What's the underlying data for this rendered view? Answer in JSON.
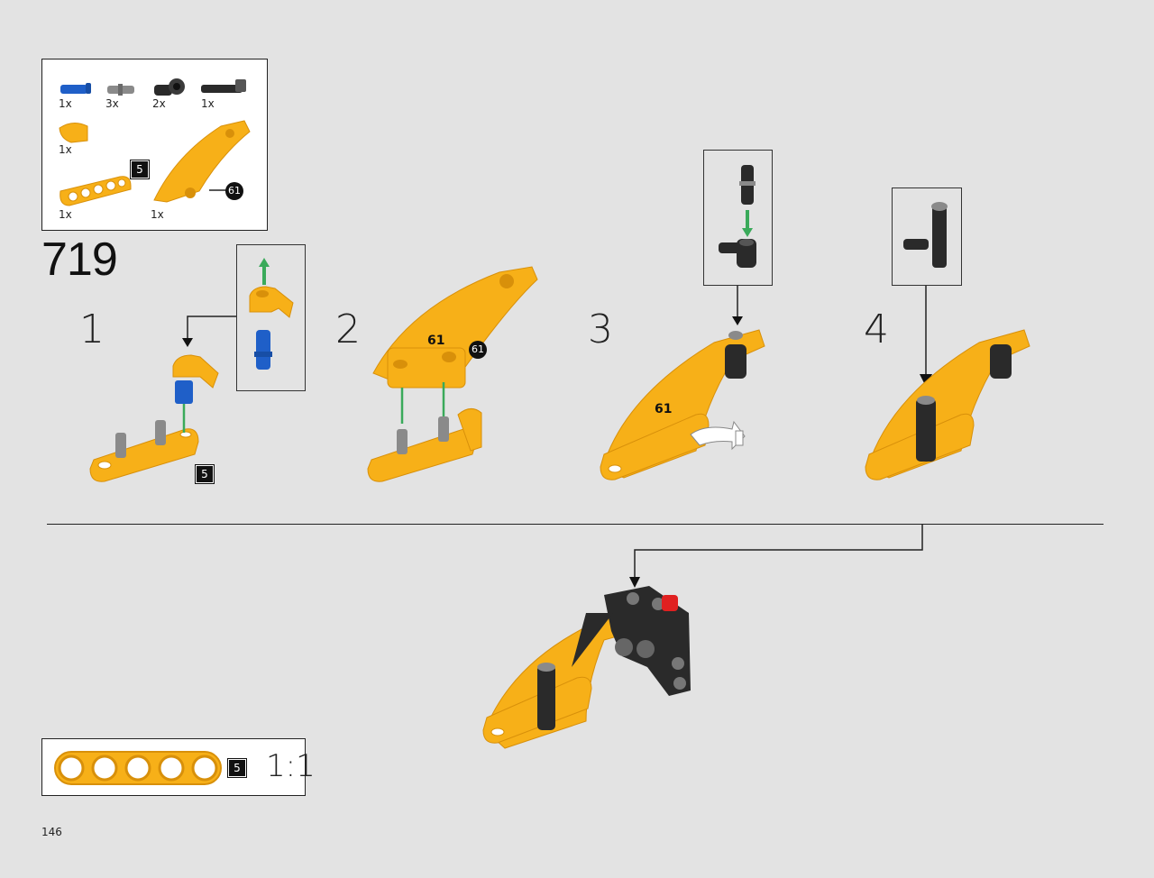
{
  "parts": [
    {
      "name": "blue-axle-pin",
      "qty": "1x"
    },
    {
      "name": "gray-pin",
      "qty": "3x"
    },
    {
      "name": "dark-angle-connector",
      "qty": "2x"
    },
    {
      "name": "dark-long-pin",
      "qty": "1x"
    },
    {
      "name": "yellow-curved-panel-small",
      "qty": "1x"
    },
    {
      "name": "yellow-beam-5",
      "qty": "1x",
      "badge": "5"
    },
    {
      "name": "yellow-curved-panel-large",
      "qty": "1x",
      "badge": "61"
    }
  ],
  "step": "719",
  "substeps": [
    {
      "label": "1",
      "badge": "5"
    },
    {
      "label": "2",
      "badge": "61"
    },
    {
      "label": "3"
    },
    {
      "label": "4"
    }
  ],
  "scale": {
    "badge": "5",
    "ratio": "1:1"
  },
  "page_number": "146",
  "colors": {
    "yellow": "#f7b018",
    "yellow_dark": "#d8900a",
    "blue": "#1f5fc8",
    "gray": "#8a8a8a",
    "dark": "#2a2a2a",
    "green_arrow": "#3aaa5a",
    "red": "#e02020"
  }
}
